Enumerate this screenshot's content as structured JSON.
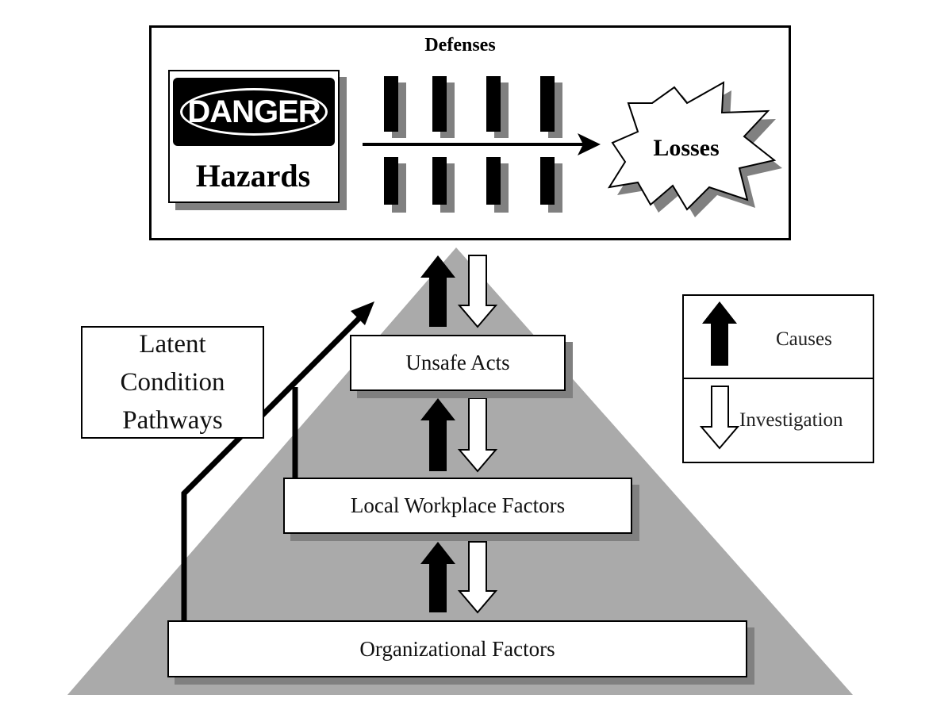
{
  "defenses": {
    "title": "Defenses"
  },
  "hazards": {
    "sign_text": "DANGER",
    "label": "Hazards"
  },
  "losses": {
    "label": "Losses"
  },
  "levels": {
    "unsafe_acts": "Unsafe Acts",
    "local_workplace": "Local Workplace Factors",
    "organizational": "Organizational Factors"
  },
  "latent": {
    "line1": "Latent",
    "line2": "Condition",
    "line3": "Pathways"
  },
  "legend": {
    "causes": "Causes",
    "investigation": "Investigation"
  },
  "colors": {
    "pyramid": "#aaaaaa",
    "shadow": "#808080",
    "ink": "#000000",
    "paper": "#ffffff"
  }
}
